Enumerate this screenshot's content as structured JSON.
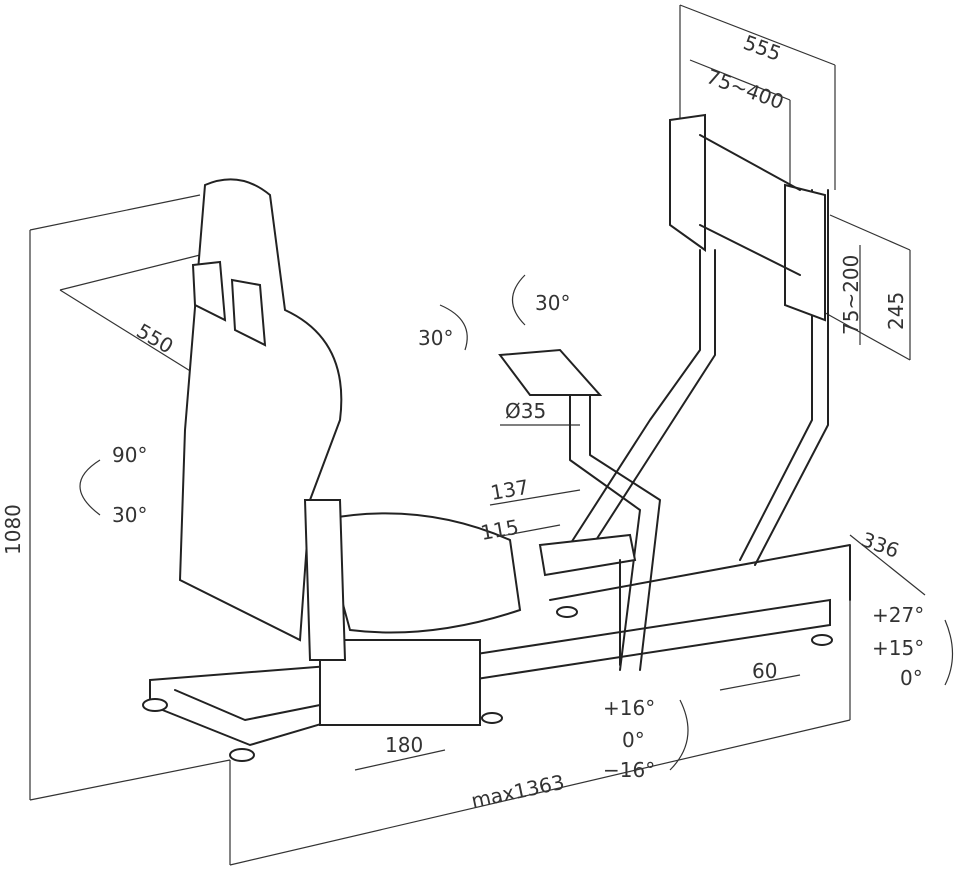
{
  "title": "Racing simulator cockpit dimension drawing",
  "dimensions": {
    "mount_width": "555",
    "vesa_horizontal": "75~400",
    "vesa_vertical": "75~200",
    "mount_height": "245",
    "seat_width": "550",
    "wheel_rotation": "30°",
    "wheel_tilt": "30°",
    "tube_diameter": "Ø35",
    "seat_back_max": "90°",
    "seat_back_min": "30°",
    "height": "1080",
    "wheel_adjust_a": "137",
    "wheel_adjust_b": "115",
    "base_width": "336",
    "pedal_angle_high": "+27°",
    "pedal_angle_mid": "+15°",
    "pedal_angle_low": "0°",
    "pedal_slide": "60",
    "shifter_angle_pos": "+16°",
    "shifter_angle_zero": "0°",
    "shifter_angle_neg": "−16°",
    "seat_slide": "180",
    "max_length": "max1363"
  }
}
